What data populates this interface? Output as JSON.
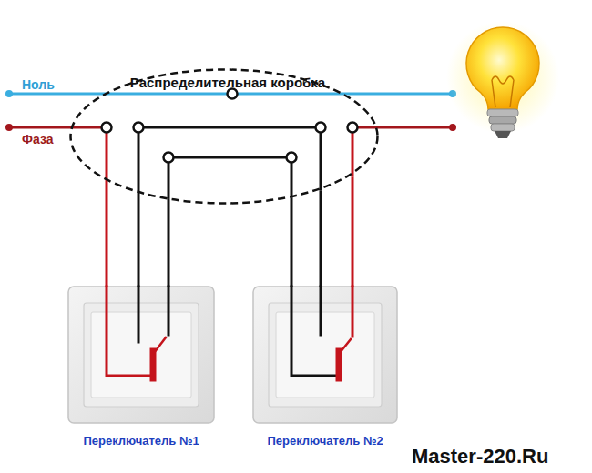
{
  "diagram": {
    "nodes": [
      {
        "text": [
          "Распределительная коробка"
        ]
      },
      {
        "text": [
          "Переключатель №1"
        ]
      },
      {
        "text": [
          "Переключатель №2"
        ]
      }
    ],
    "edges": [
      {
        "from": 0,
        "to": 1,
        "arrow": "none"
      },
      {
        "from": 0,
        "to": 1,
        "arrow": "none"
      },
      {
        "from": 0,
        "to": 1,
        "arrow": "none"
      },
      {
        "from": 0,
        "to": 2,
        "arrow": "none"
      },
      {
        "from": 0,
        "to": 2,
        "arrow": "none"
      },
      {
        "from": 0,
        "to": 2,
        "arrow": "none"
      }
    ],
    "labels": [
      "Ноль",
      "Фаза",
      "Master-220.Ru"
    ]
  }
}
